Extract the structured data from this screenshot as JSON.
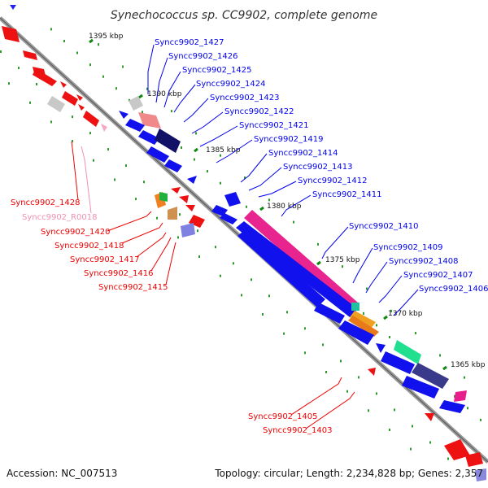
{
  "title": "Synechococcus sp. CC9902, complete genome",
  "footer": {
    "accession": "Accession: NC_007513",
    "topology": "Topology: circular; Length: 2,234,828 bp; Genes: 2,357"
  },
  "ticks": [
    "1395 kbp",
    "1390 kbp",
    "1385 kbp",
    "1380 kbp",
    "1375 kbp",
    "1370 kbp",
    "1365 kbp"
  ],
  "colors": {
    "forward": "#0000ee",
    "reverse": "#ee0000",
    "trna": "#f090b0",
    "backbone": "#888888",
    "tick": "#118811"
  },
  "forward_labels": [
    "Syncc9902_1427",
    "Syncc9902_1426",
    "Syncc9902_1425",
    "Syncc9902_1424",
    "Syncc9902_1423",
    "Syncc9902_1422",
    "Syncc9902_1421",
    "Syncc9902_1419",
    "Syncc9902_1414",
    "Syncc9902_1413",
    "Syncc9902_1412",
    "Syncc9902_1411",
    "Syncc9902_1410",
    "Syncc9902_1409",
    "Syncc9902_1408",
    "Syncc9902_1407",
    "Syncc9902_1406"
  ],
  "reverse_labels": [
    "Syncc9902_1428",
    "Syncc9902_R0018",
    "Syncc9902_1420",
    "Syncc9902_1418",
    "Syncc9902_1417",
    "Syncc9902_1416",
    "Syncc9902_1415"
  ],
  "bottom_labels": [
    "Syncc9902_1405",
    "Syncc9902_1403"
  ]
}
